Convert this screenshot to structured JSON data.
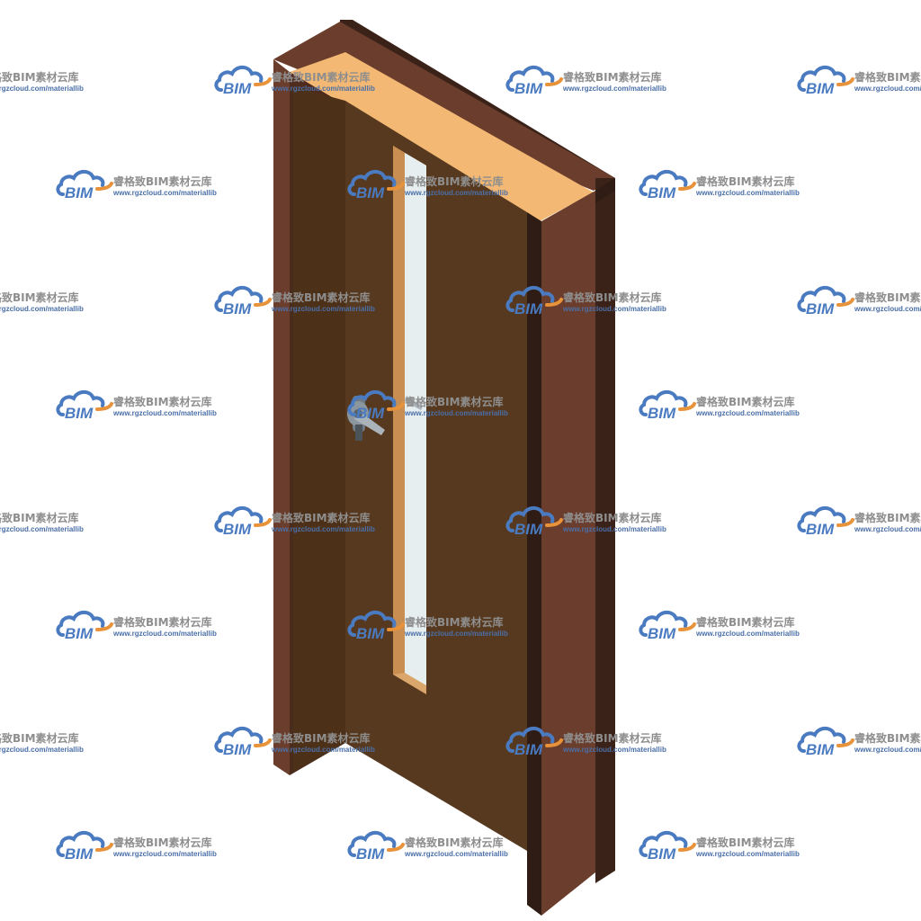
{
  "watermark": {
    "cn_text": "睿格致BIM素材云库",
    "url_text": "www.rgzcloud.com/materiallib",
    "logo_text": "BIM"
  },
  "colors": {
    "frame_face": "#6b3d2c",
    "frame_side": "#4f2b1e",
    "frame_dark": "#2e1c15",
    "frame_inner_top": "#f3b873",
    "door_leaf": "#57391f",
    "door_edge": "#6a4326",
    "glass": "#e7eef0",
    "glass_bead": "#dba66b",
    "watermark_blue": "#4a7ac0",
    "watermark_orange": "#e8923a",
    "watermark_gray": "#8e8e8e"
  },
  "objects": [
    {
      "name": "door-frame",
      "icon": "door-frame"
    },
    {
      "name": "door-leaf",
      "icon": "door-leaf"
    },
    {
      "name": "vision-glass-panel",
      "icon": "glass"
    },
    {
      "name": "lever-handle",
      "icon": "lever-handle"
    }
  ]
}
